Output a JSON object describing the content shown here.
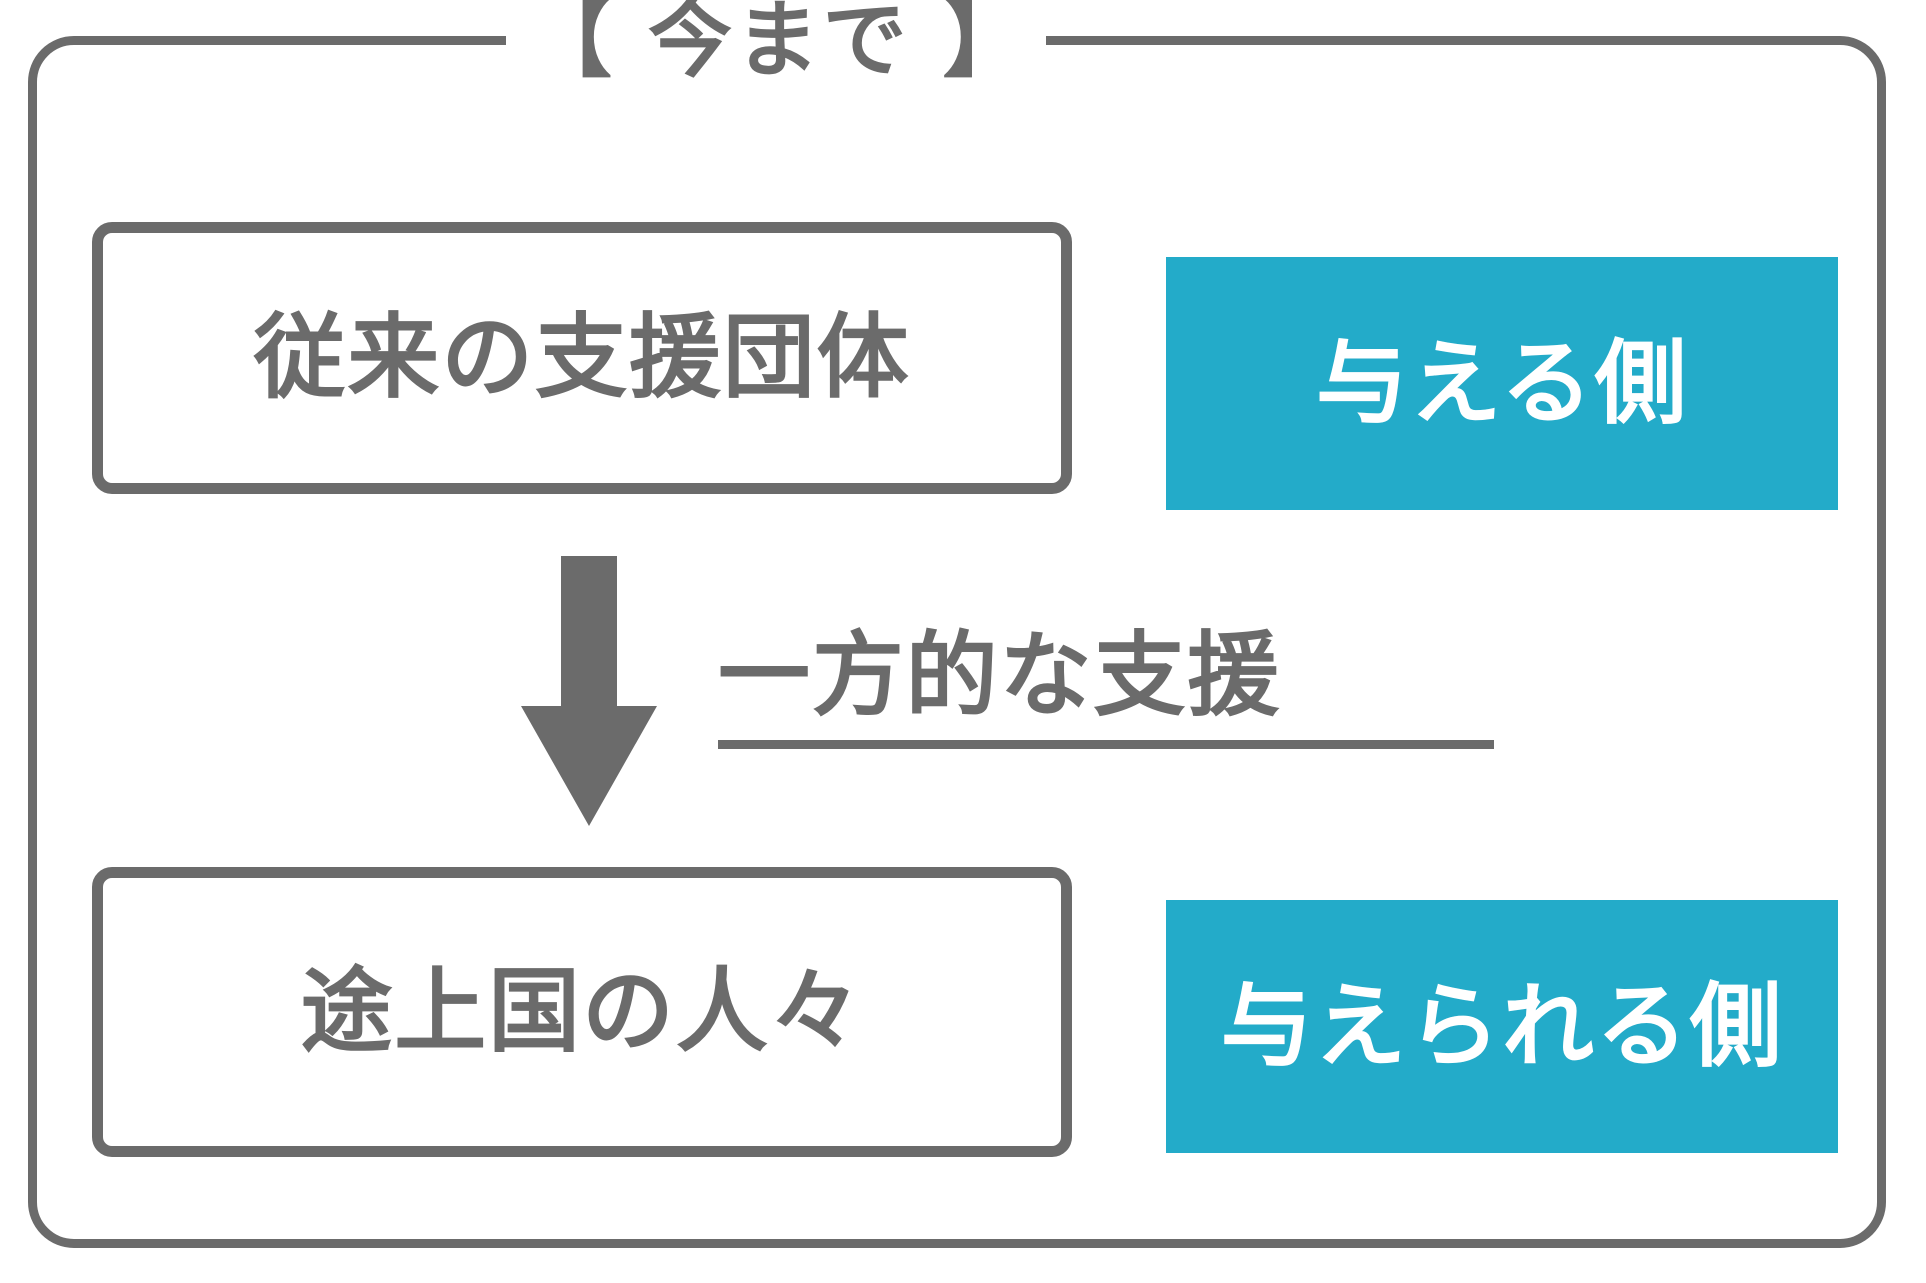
{
  "frame": {
    "title": "【 今まで 】",
    "border_color": "#6b6b6b"
  },
  "flow": {
    "provider": {
      "box_label": "従来の支援団体",
      "role_badge": "与える側"
    },
    "recipient": {
      "box_label": "途上国の人々",
      "role_badge": "与えられる側"
    },
    "relation": {
      "caption": "一方的な支援",
      "arrow_direction": "down"
    }
  },
  "colors": {
    "accent_cyan": "#23abc9",
    "gray": "#6b6b6b",
    "badge_text": "#ffffff",
    "background": "#ffffff"
  },
  "icons": {
    "arrow": "arrow-down-icon"
  }
}
